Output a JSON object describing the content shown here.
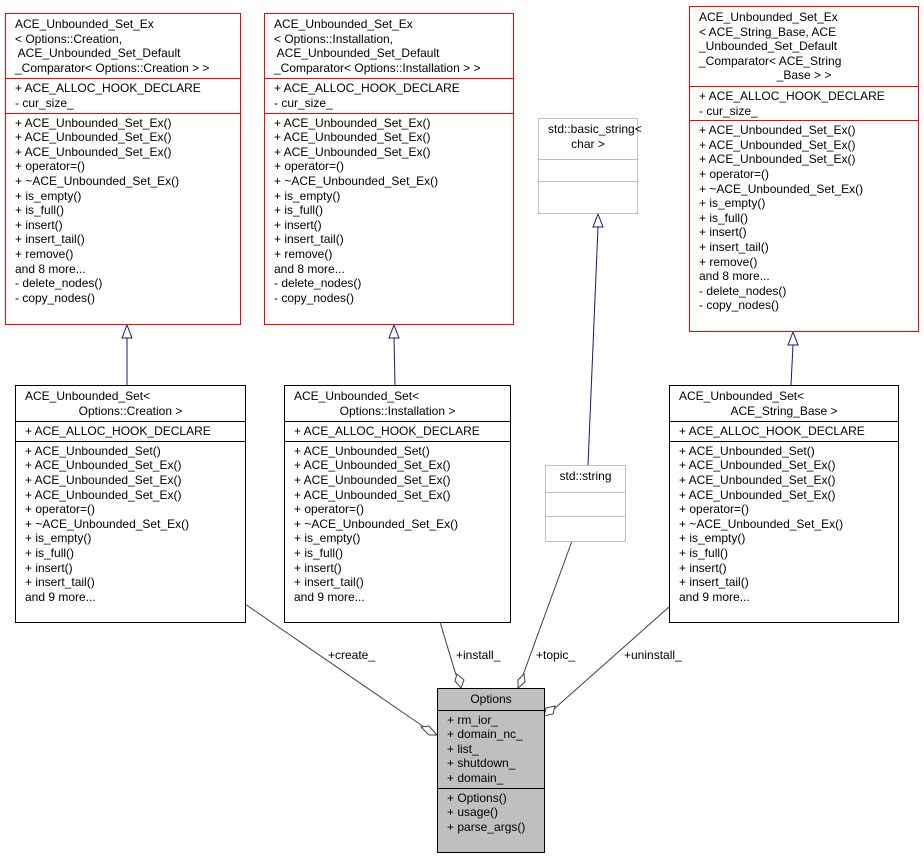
{
  "diagram": {
    "type": "class-collaboration-diagram",
    "nodes": {
      "base_creation": {
        "title": [
          "ACE_Unbounded_Set_Ex",
          "< Options::Creation,",
          " ACE_Unbounded_Set_Default",
          "_Comparator< Options::Creation > >"
        ],
        "attributes": [
          "+ ACE_ALLOC_HOOK_DECLARE",
          "- cur_size_"
        ],
        "methods": [
          "+ ACE_Unbounded_Set_Ex()",
          "+ ACE_Unbounded_Set_Ex()",
          "+ ACE_Unbounded_Set_Ex()",
          "+ operator=()",
          "+ ~ACE_Unbounded_Set_Ex()",
          "+ is_empty()",
          "+ is_full()",
          "+ insert()",
          "+ insert_tail()",
          "+ remove()",
          "and 8 more...",
          "- delete_nodes()",
          "- copy_nodes()"
        ]
      },
      "base_installation": {
        "title": [
          "ACE_Unbounded_Set_Ex",
          "< Options::Installation,",
          " ACE_Unbounded_Set_Default",
          "_Comparator< Options::Installation > >"
        ],
        "attributes": [
          "+ ACE_ALLOC_HOOK_DECLARE",
          "- cur_size_"
        ],
        "methods": [
          "+ ACE_Unbounded_Set_Ex()",
          "+ ACE_Unbounded_Set_Ex()",
          "+ ACE_Unbounded_Set_Ex()",
          "+ operator=()",
          "+ ~ACE_Unbounded_Set_Ex()",
          "+ is_empty()",
          "+ is_full()",
          "+ insert()",
          "+ insert_tail()",
          "+ remove()",
          "and 8 more...",
          "- delete_nodes()",
          "- copy_nodes()"
        ]
      },
      "basic_string": {
        "title": [
          "std::basic_string<",
          "char >"
        ]
      },
      "base_string_base": {
        "title": [
          "ACE_Unbounded_Set_Ex",
          "< ACE_String_Base, ACE",
          "_Unbounded_Set_Default",
          "_Comparator< ACE_String",
          "_Base > >"
        ],
        "attributes": [
          "+ ACE_ALLOC_HOOK_DECLARE",
          "- cur_size_"
        ],
        "methods": [
          "+ ACE_Unbounded_Set_Ex()",
          "+ ACE_Unbounded_Set_Ex()",
          "+ ACE_Unbounded_Set_Ex()",
          "+ operator=()",
          "+ ~ACE_Unbounded_Set_Ex()",
          "+ is_empty()",
          "+ is_full()",
          "+ insert()",
          "+ insert_tail()",
          "+ remove()",
          "and 8 more...",
          "- delete_nodes()",
          "- copy_nodes()"
        ]
      },
      "set_creation": {
        "title": [
          "ACE_Unbounded_Set<",
          "Options::Creation >"
        ],
        "attributes": [
          "+ ACE_ALLOC_HOOK_DECLARE"
        ],
        "methods": [
          "+ ACE_Unbounded_Set()",
          "+ ACE_Unbounded_Set_Ex()",
          "+ ACE_Unbounded_Set_Ex()",
          "+ ACE_Unbounded_Set_Ex()",
          "+ operator=()",
          "+ ~ACE_Unbounded_Set_Ex()",
          "+ is_empty()",
          "+ is_full()",
          "+ insert()",
          "+ insert_tail()",
          "and 9 more..."
        ]
      },
      "set_installation": {
        "title": [
          "ACE_Unbounded_Set<",
          "Options::Installation >"
        ],
        "attributes": [
          "+ ACE_ALLOC_HOOK_DECLARE"
        ],
        "methods": [
          "+ ACE_Unbounded_Set()",
          "+ ACE_Unbounded_Set_Ex()",
          "+ ACE_Unbounded_Set_Ex()",
          "+ ACE_Unbounded_Set_Ex()",
          "+ operator=()",
          "+ ~ACE_Unbounded_Set_Ex()",
          "+ is_empty()",
          "+ is_full()",
          "+ insert()",
          "+ insert_tail()",
          "and 9 more..."
        ]
      },
      "std_string": {
        "title": [
          "std::string"
        ]
      },
      "set_string_base": {
        "title": [
          "ACE_Unbounded_Set<",
          "ACE_String_Base >"
        ],
        "attributes": [
          "+ ACE_ALLOC_HOOK_DECLARE"
        ],
        "methods": [
          "+ ACE_Unbounded_Set()",
          "+ ACE_Unbounded_Set_Ex()",
          "+ ACE_Unbounded_Set_Ex()",
          "+ ACE_Unbounded_Set_Ex()",
          "+ operator=()",
          "+ ~ACE_Unbounded_Set_Ex()",
          "+ is_empty()",
          "+ is_full()",
          "+ insert()",
          "+ insert_tail()",
          "and 9 more..."
        ]
      },
      "options": {
        "title": [
          "Options"
        ],
        "attributes": [
          "+ rm_ior_",
          "+ domain_nc_",
          "+ list_",
          "+ shutdown_",
          "+ domain_"
        ],
        "methods": [
          "+ Options()",
          "+ usage()",
          "+ parse_args()"
        ]
      }
    },
    "edges": {
      "create": "+create_",
      "install": "+install_",
      "topic": "+topic_",
      "uninstall": "+uninstall_"
    },
    "colors": {
      "template_border": "#ff0000",
      "class_border": "#000000",
      "external_border": "#bfbfbf",
      "focus_fill": "#bfbfbf",
      "inheritance_edge": "#191970",
      "usage_edge": "#404040"
    }
  }
}
